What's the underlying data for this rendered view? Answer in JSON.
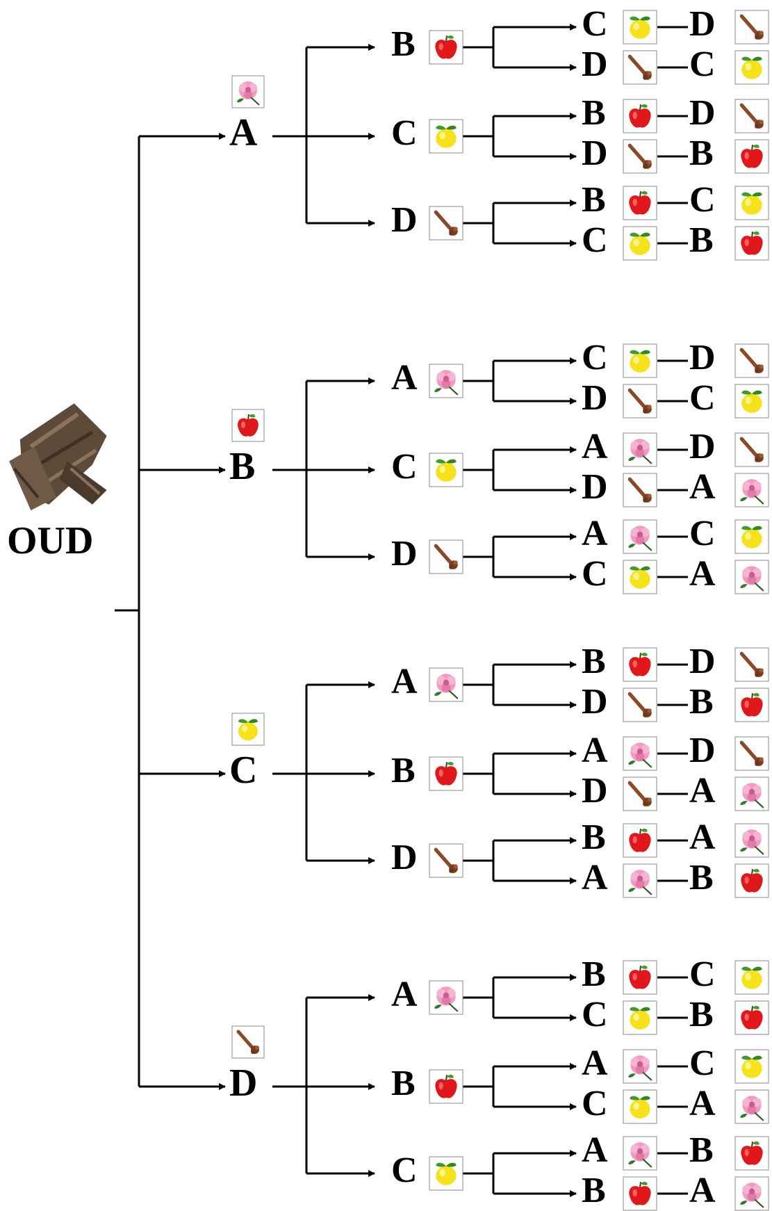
{
  "root": {
    "label": "OUD",
    "icon": "oud-wood-icon"
  },
  "icons": {
    "A": "rose-icon",
    "B": "apple-icon",
    "C": "lemon-icon",
    "D": "clove-icon"
  },
  "colors": {
    "line": "#000000",
    "rose": "#f39ac2",
    "apple": "#e0181c",
    "lemon": "#f5e21a",
    "leaf": "#3f9b2a",
    "clove": "#8a4a27",
    "oud": "#5e4a39"
  },
  "tree": [
    {
      "label": "A",
      "children": [
        {
          "label": "B",
          "children": [
            {
              "label": "C",
              "next": "D"
            },
            {
              "label": "D",
              "next": "C"
            }
          ]
        },
        {
          "label": "C",
          "children": [
            {
              "label": "B",
              "next": "D"
            },
            {
              "label": "D",
              "next": "B"
            }
          ]
        },
        {
          "label": "D",
          "children": [
            {
              "label": "B",
              "next": "C"
            },
            {
              "label": "C",
              "next": "B"
            }
          ]
        }
      ]
    },
    {
      "label": "B",
      "children": [
        {
          "label": "A",
          "children": [
            {
              "label": "C",
              "next": "D"
            },
            {
              "label": "D",
              "next": "C"
            }
          ]
        },
        {
          "label": "C",
          "children": [
            {
              "label": "A",
              "next": "D"
            },
            {
              "label": "D",
              "next": "A"
            }
          ]
        },
        {
          "label": "D",
          "children": [
            {
              "label": "A",
              "next": "C"
            },
            {
              "label": "C",
              "next": "A"
            }
          ]
        }
      ]
    },
    {
      "label": "C",
      "children": [
        {
          "label": "A",
          "children": [
            {
              "label": "B",
              "next": "D"
            },
            {
              "label": "D",
              "next": "B"
            }
          ]
        },
        {
          "label": "B",
          "children": [
            {
              "label": "A",
              "next": "D"
            },
            {
              "label": "D",
              "next": "A"
            }
          ]
        },
        {
          "label": "D",
          "children": [
            {
              "label": "B",
              "next": "A"
            },
            {
              "label": "A",
              "next": "B"
            }
          ]
        }
      ]
    },
    {
      "label": "D",
      "children": [
        {
          "label": "A",
          "children": [
            {
              "label": "B",
              "next": "C"
            },
            {
              "label": "C",
              "next": "B"
            }
          ]
        },
        {
          "label": "B",
          "children": [
            {
              "label": "A",
              "next": "C"
            },
            {
              "label": "C",
              "next": "A"
            }
          ]
        },
        {
          "label": "C",
          "children": [
            {
              "label": "A",
              "next": "B"
            },
            {
              "label": "B",
              "next": "A"
            }
          ]
        }
      ]
    }
  ]
}
